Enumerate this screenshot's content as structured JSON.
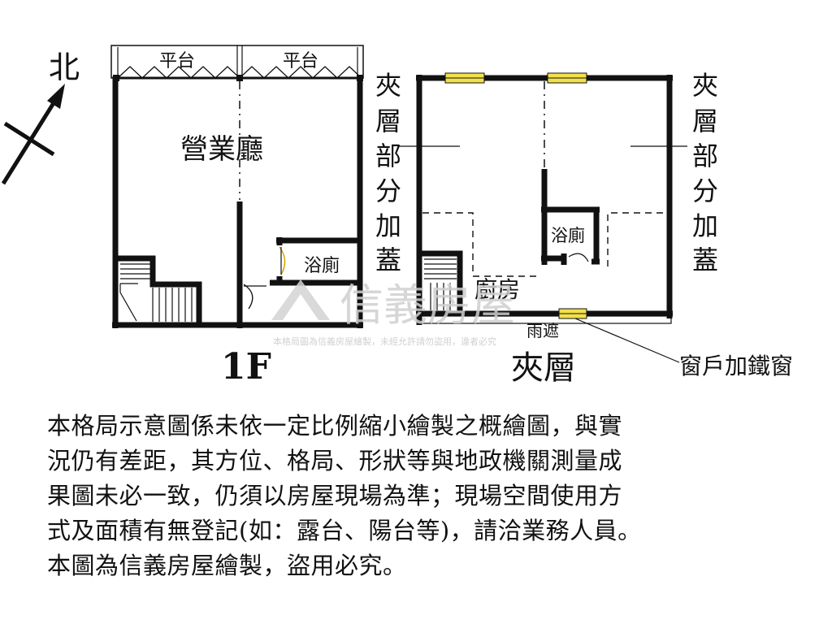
{
  "compass": {
    "north_label": "北"
  },
  "floor_1f": {
    "title": "1F",
    "platform_left": "平台",
    "platform_right": "平台",
    "hall": "營業廳",
    "bathroom": "浴廁"
  },
  "mezzanine": {
    "title": "夾層",
    "bathroom": "浴廁",
    "kitchen": "廚房",
    "canopy": "雨遮",
    "left_note": [
      "夾",
      "層",
      "部",
      "分",
      "加",
      "蓋"
    ],
    "right_note": [
      "夾",
      "層",
      "部",
      "分",
      "加",
      "蓋"
    ],
    "window_note": "窗戶加鐵窗"
  },
  "watermark": {
    "brand": "信義房屋",
    "notice": "本格局圖為信義房屋繪製，未經允許請勿盜用，違者必究"
  },
  "disclaimer": {
    "lines": [
      "本格局示意圖係未依一定比例縮小繪製之概繪圖，與實",
      "況仍有差距，其方位、格局、形狀等與地政機關測量成",
      "果圖未必一致，仍須以房屋現場為準；現場空間使用方",
      "式及面積有無登記(如：露台、陽台等)，請洽業務人員。",
      "本圖為信義房屋繪製，盜用必究。"
    ]
  },
  "colors": {
    "wall": "#111111",
    "window_fill": "#f2e04a",
    "watermark": "#cfcfcf"
  }
}
